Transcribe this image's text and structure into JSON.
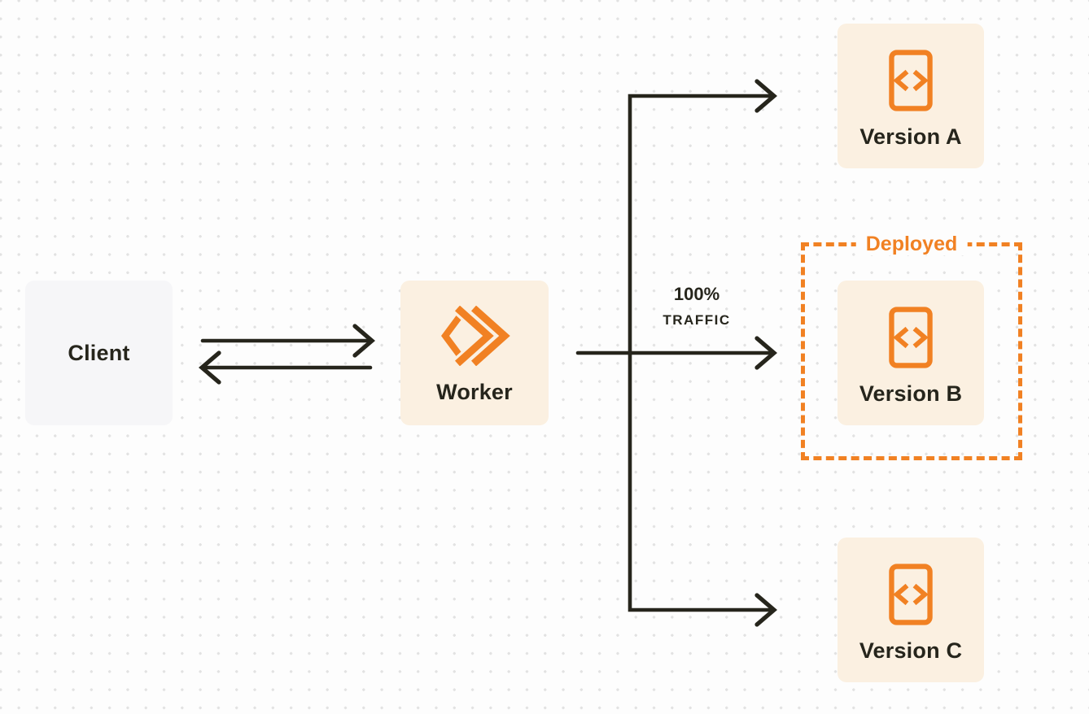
{
  "page": {
    "background": "#FDFDFD",
    "dot_color": "#E2E2E2"
  },
  "diagram": {
    "client": {
      "label": "Client"
    },
    "worker": {
      "label": "Worker"
    },
    "traffic": {
      "line1": "100%",
      "line2": "TRAFFIC"
    },
    "deployed": {
      "label": "Deployed"
    },
    "versions": [
      {
        "label": "Version A",
        "deployed": false
      },
      {
        "label": "Version B",
        "deployed": true
      },
      {
        "label": "Version C",
        "deployed": false
      }
    ],
    "colors": {
      "accent_orange": "#F18123",
      "arrow_dark": "#26251C",
      "node_cream": "#FBF0E1",
      "client_gray": "#F6F6F8",
      "text_dark": "#26251C"
    }
  }
}
